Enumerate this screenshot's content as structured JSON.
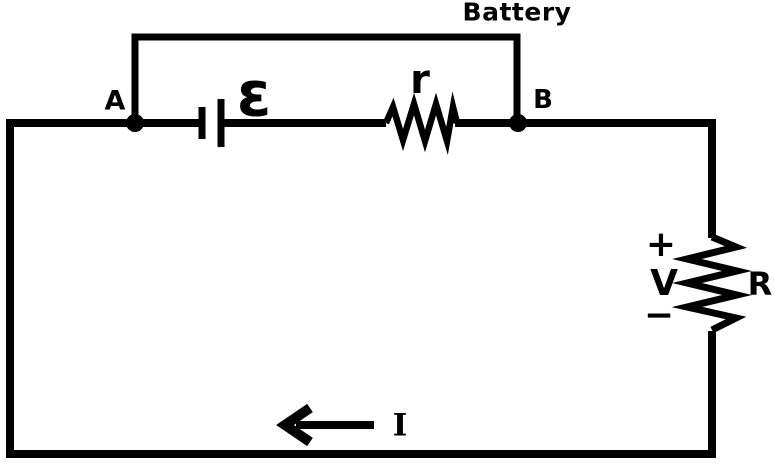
{
  "colors": {
    "line": "#000000",
    "background": "#ffffff"
  },
  "labels": {
    "battery": "Battery",
    "node_a": "A",
    "node_b": "B",
    "emf": "ε",
    "internal_resistance": "r",
    "resistance": "R",
    "voltage": "V",
    "plus": "+",
    "minus": "−",
    "current": "I"
  }
}
